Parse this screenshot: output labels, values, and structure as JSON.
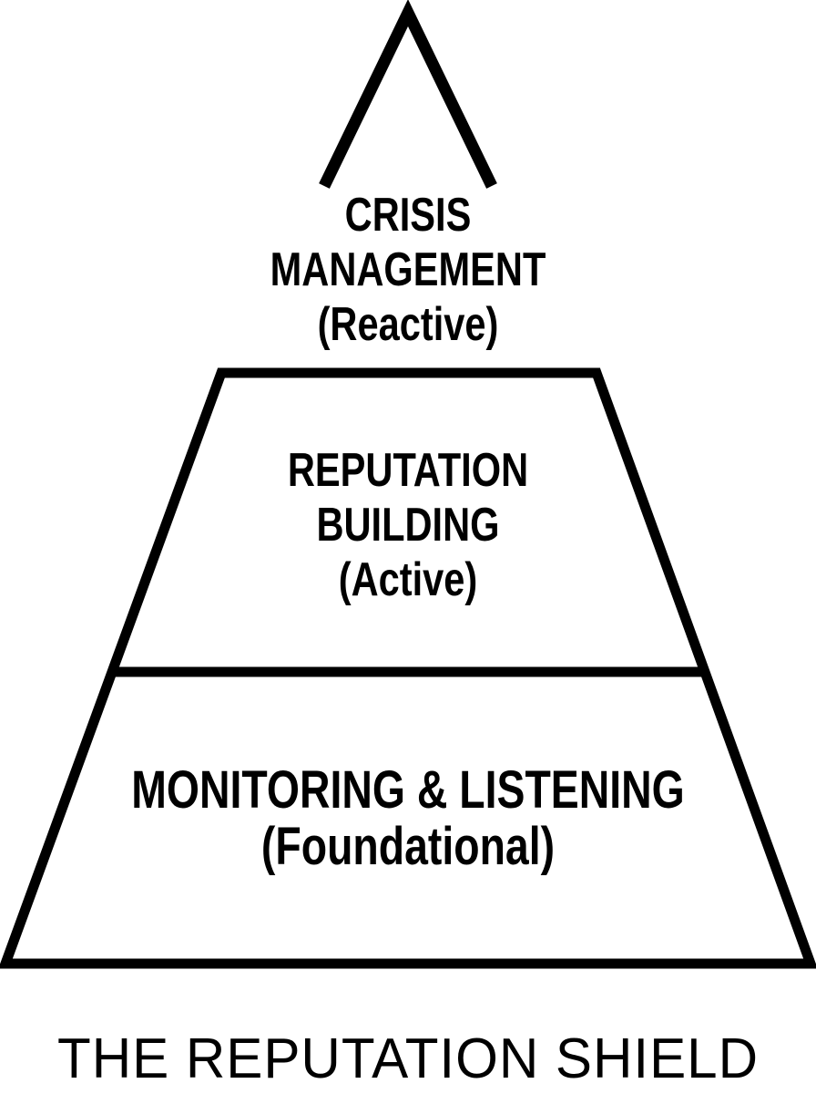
{
  "diagram": {
    "caption": "THE REPUTATION SHIELD",
    "tiers": [
      {
        "id": "crisis-management",
        "level": "top",
        "lines": [
          "CRISIS",
          "MANAGEMENT",
          "(Reactive)"
        ]
      },
      {
        "id": "reputation-building",
        "level": "middle",
        "lines": [
          "REPUTATION",
          "BUILDING",
          "(Active)"
        ]
      },
      {
        "id": "monitoring-listening",
        "level": "bottom",
        "lines": [
          "MONITORING & LISTENING",
          "(Foundational)"
        ]
      }
    ],
    "colors": {
      "ink": "#000000",
      "background": "#ffffff"
    }
  }
}
